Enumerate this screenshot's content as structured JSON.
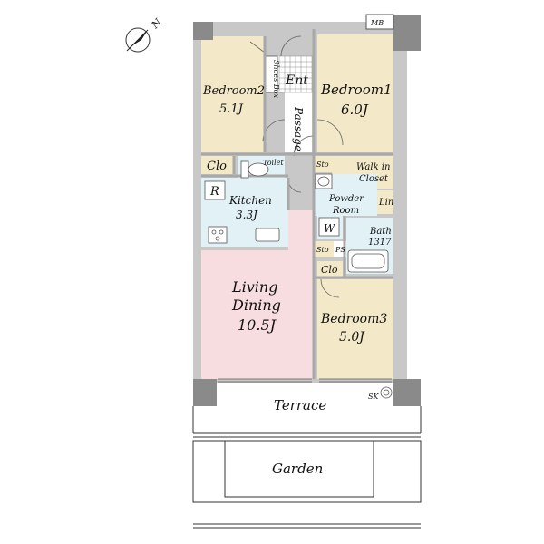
{
  "compass": {
    "north_letter": "N"
  },
  "labels": {
    "mb": "MB",
    "ent": "Ent",
    "shoes_box": "Shoes Box",
    "bedroom2_name": "Bedroom2",
    "bedroom2_size": "5.1J",
    "bedroom1_name": "Bedroom1",
    "bedroom1_size": "6.0J",
    "passage": "Passage",
    "clo_top": "Clo",
    "toilet": "Toilet",
    "sto_top": "Sto",
    "walkin_line1": "Walk in",
    "walkin_line2": "Closet",
    "r": "R",
    "kitchen_name": "Kitchen",
    "kitchen_size": "3.3J",
    "powder_line1": "Powder",
    "powder_line2": "Room",
    "lin": "Lin",
    "w": "W",
    "bath_name": "Bath",
    "bath_size": "1317",
    "sto_bottom": "Sto",
    "ps": "PS",
    "clo_bottom": "Clo",
    "living_line1": "Living",
    "living_line2": "Dining",
    "living_size": "10.5J",
    "bedroom3_name": "Bedroom3",
    "bedroom3_size": "5.0J",
    "terrace": "Terrace",
    "sk": "SK",
    "garden": "Garden"
  },
  "colors": {
    "bedroom_fill": "#f3e9c8",
    "living_fill": "#f7dde0",
    "wet_fill": "#e1f1f5",
    "wall": "#b8b8b8",
    "column": "#8a8a8a",
    "line": "#555555"
  }
}
